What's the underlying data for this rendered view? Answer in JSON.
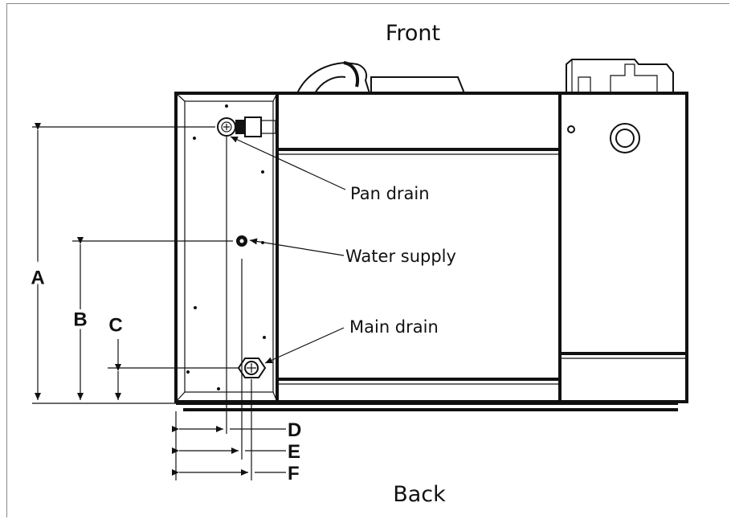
{
  "title_front": "Front",
  "title_back": "Back",
  "callouts": {
    "pan_drain": "Pan drain",
    "water_supply": "Water supply",
    "main_drain": "Main drain"
  },
  "dimensions": {
    "a": "A",
    "b": "B",
    "c": "C",
    "d": "D",
    "e": "E",
    "f": "F"
  }
}
